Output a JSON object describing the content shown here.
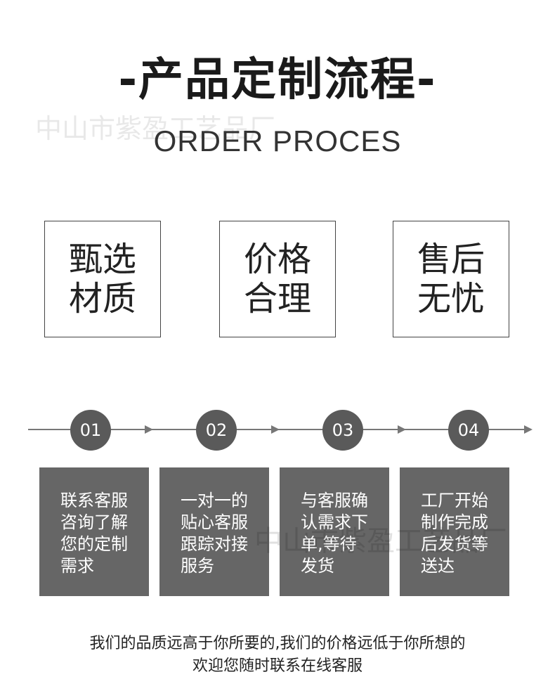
{
  "header": {
    "title": "-产品定制流程-",
    "subtitle": "ORDER PROCES"
  },
  "watermark": {
    "text": "中山市紫盈工艺品厂"
  },
  "features": [
    {
      "line1": "甄选",
      "line2": "材质"
    },
    {
      "line1": "价格",
      "line2": "合理"
    },
    {
      "line1": "售后",
      "line2": "无忧"
    }
  ],
  "steps": [
    {
      "number": "01",
      "lines": [
        "联系客服",
        "咨询了解",
        "您的定制",
        "需求"
      ]
    },
    {
      "number": "02",
      "lines": [
        "一对一的",
        "贴心客服",
        "跟踪对接",
        "服务"
      ]
    },
    {
      "number": "03",
      "lines": [
        "与客服确",
        "认需求下",
        "单,等待",
        "发货"
      ]
    },
    {
      "number": "04",
      "lines": [
        "工厂开始",
        "制作完成",
        "后发货等",
        "送达"
      ]
    }
  ],
  "footer": {
    "line1": "我们的品质远高于你所要的,我们的价格远低于你所想的",
    "line2": "欢迎您随时联系在线客服"
  },
  "colors": {
    "step_fill": "#666666",
    "circle_fill": "#5a5a5a",
    "line": "#777777"
  }
}
